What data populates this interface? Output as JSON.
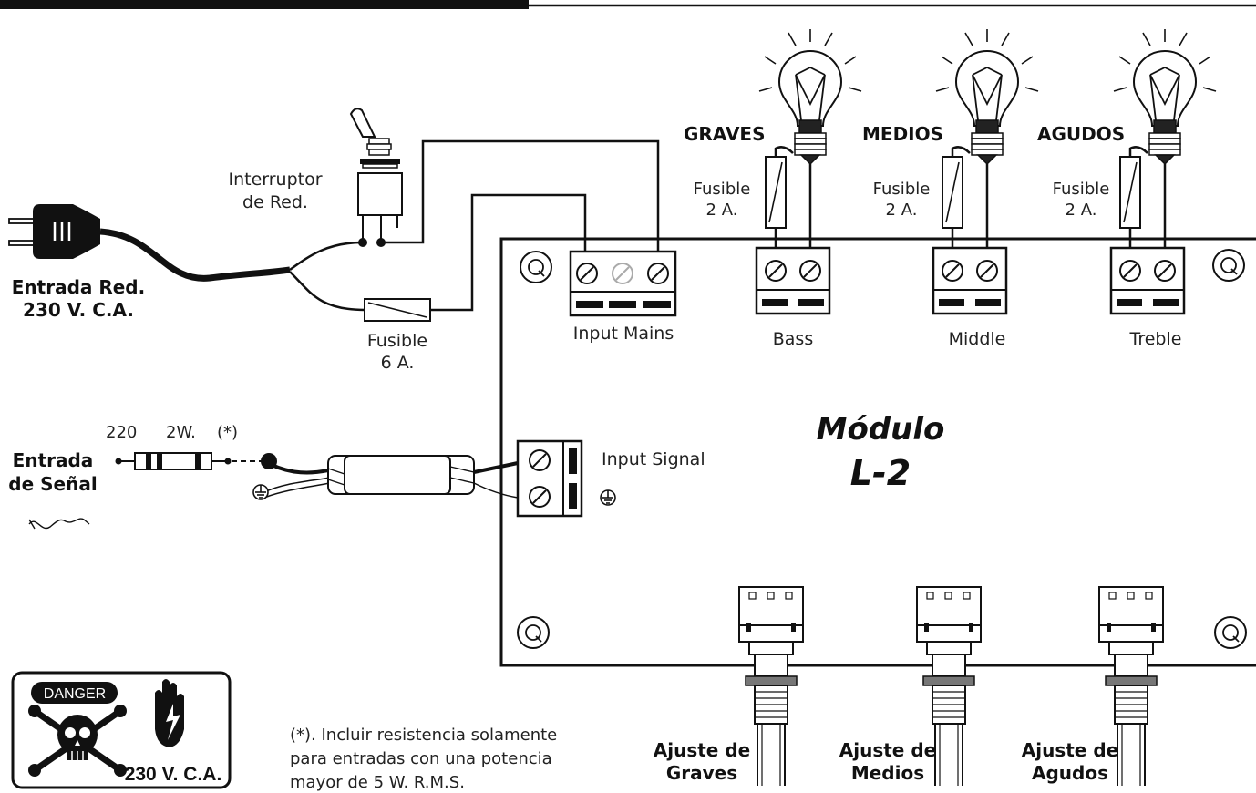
{
  "mains": {
    "plug_label_1": "Entrada Red.",
    "plug_label_2": "230 V. C.A.",
    "switch_label_1": "Interruptor",
    "switch_label_2": "de Red.",
    "fuse_label_1": "Fusible",
    "fuse_label_2": "6 A."
  },
  "signal": {
    "label_1": "Entrada",
    "label_2": "de Señal",
    "resistor_ohms": "220",
    "resistor_watts": "2W.",
    "resistor_note": "(*)",
    "terminal_label": "Input Signal"
  },
  "module": {
    "title": "Módulo",
    "model": "L-2"
  },
  "terminals": [
    {
      "label": "Input Mains"
    },
    {
      "label": "Bass"
    },
    {
      "label": "Middle"
    },
    {
      "label": "Treble"
    }
  ],
  "lamps": [
    {
      "name": "GRAVES",
      "fuse_1": "Fusible",
      "fuse_2": "2 A."
    },
    {
      "name": "MEDIOS",
      "fuse_1": "Fusible",
      "fuse_2": "2 A."
    },
    {
      "name": "AGUDOS",
      "fuse_1": "Fusible",
      "fuse_2": "2 A."
    }
  ],
  "pots": [
    {
      "label_1": "Ajuste de",
      "label_2": "Graves"
    },
    {
      "label_1": "Ajuste de",
      "label_2": "Medios"
    },
    {
      "label_1": "Ajuste de",
      "label_2": "Agudos"
    }
  ],
  "danger": {
    "badge": "DANGER",
    "voltage": "230 V. C.A."
  },
  "footnote": {
    "line_1": "(*). Incluir resistencia solamente",
    "line_2": "para entradas con una potencia",
    "line_3": "mayor de 5 W. R.M.S."
  }
}
